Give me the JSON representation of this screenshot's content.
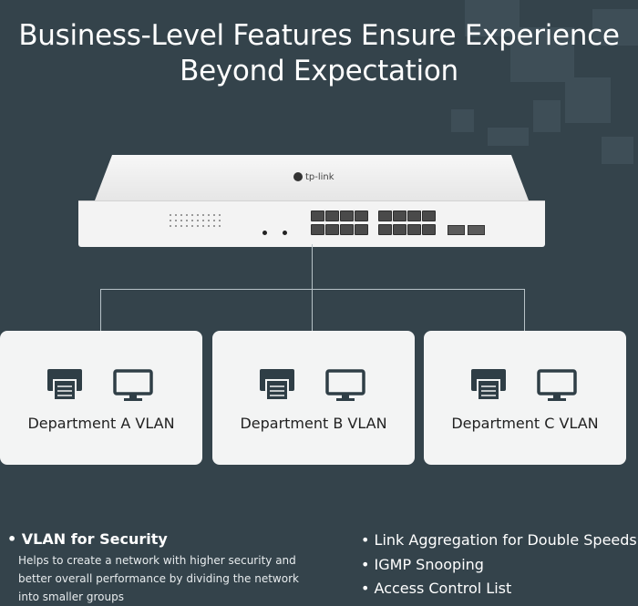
{
  "hero": {
    "title_line1": "Business-Level Features Ensure Experience",
    "title_line2": "Beyond Expectation"
  },
  "device": {
    "brand": "tp-link",
    "icon": "tp-link-logo-icon"
  },
  "departments": [
    {
      "label": "Department A VLAN",
      "icons": [
        "printer-icon",
        "monitor-icon"
      ]
    },
    {
      "label": "Department B VLAN",
      "icons": [
        "printer-icon",
        "monitor-icon"
      ]
    },
    {
      "label": "Department C VLAN",
      "icons": [
        "printer-icon",
        "monitor-icon"
      ]
    }
  ],
  "features_left": {
    "heading": "• VLAN for Security",
    "description": "Helps to create a network with higher security and better overall performance by dividing the network into smaller groups"
  },
  "features_right": [
    "• Link Aggregation for Double Speeds",
    "• IGMP Snooping",
    "• Access Control List"
  ],
  "colors": {
    "background": "#34434b",
    "card": "#f3f4f4",
    "icon": "#2f3e46",
    "text_light": "#ffffff"
  }
}
